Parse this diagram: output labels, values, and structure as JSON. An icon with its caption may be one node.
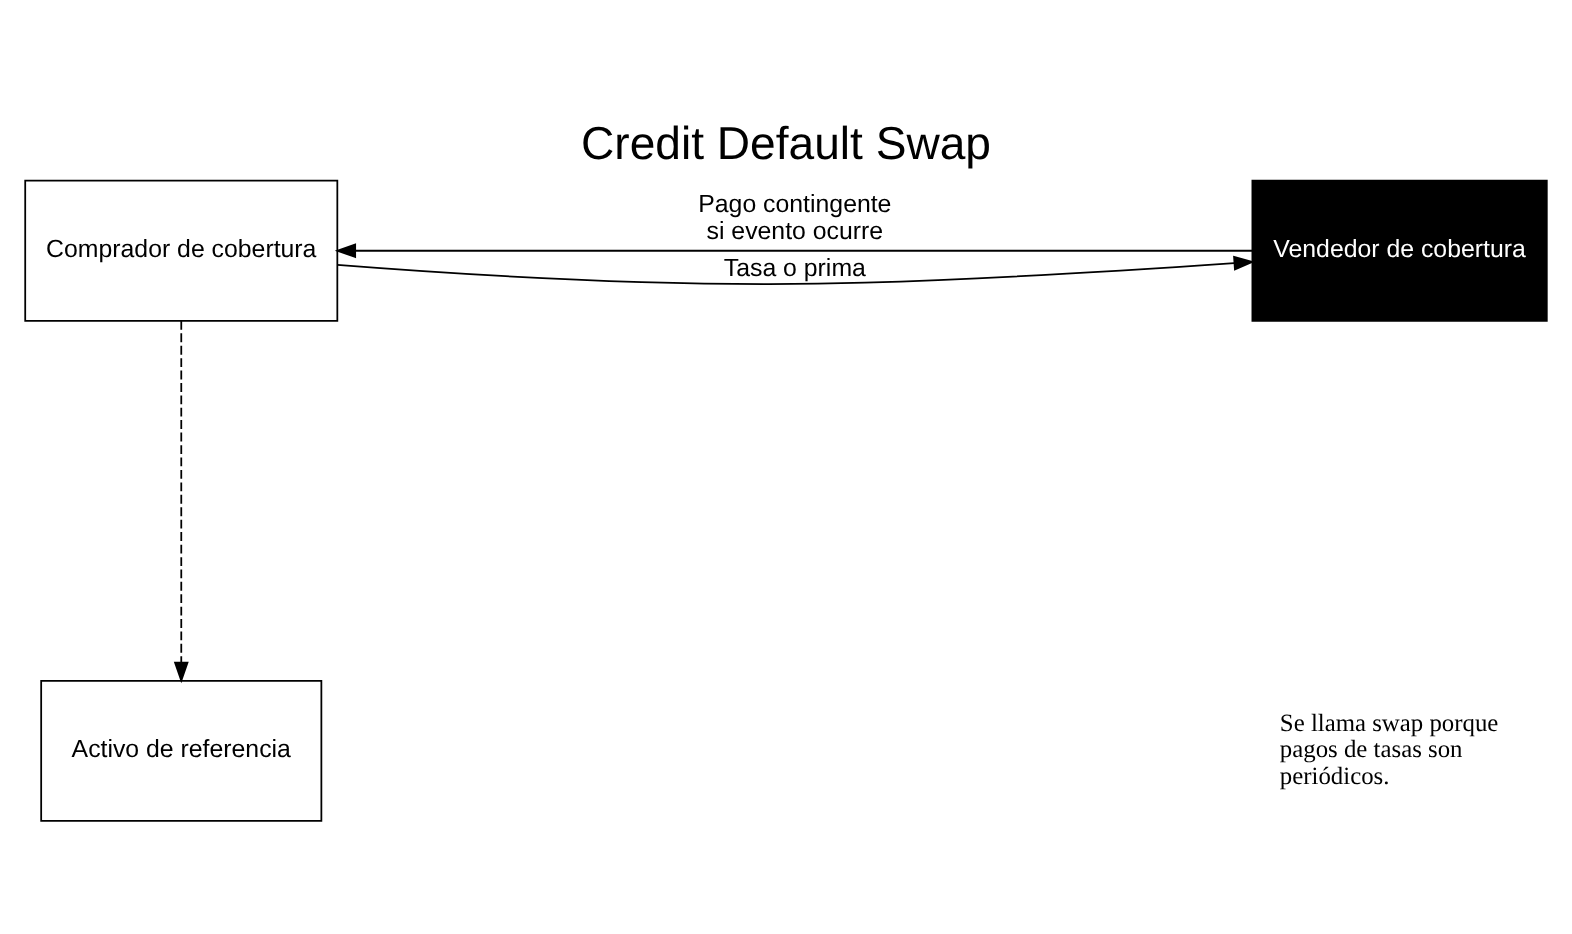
{
  "diagram": {
    "title": "Credit Default Swap",
    "nodes": [
      {
        "text": [
          "Comprador de cobertura"
        ]
      },
      {
        "text": [
          "Vendedor de cobertura"
        ]
      },
      {
        "text": [
          "Activo de referencia"
        ]
      }
    ],
    "edges": [
      {
        "from": 0,
        "to": 1,
        "arrow": "to",
        "label": "Tasa o prima"
      },
      {
        "from": 1,
        "to": 0,
        "arrow": "to",
        "label": "Pago contingente si evento ocurre"
      },
      {
        "from": 0,
        "to": 2,
        "arrow": "to",
        "style": "dashed"
      }
    ],
    "labels": [
      "Se llama swap porque pagos de tasas son periódicos."
    ]
  }
}
